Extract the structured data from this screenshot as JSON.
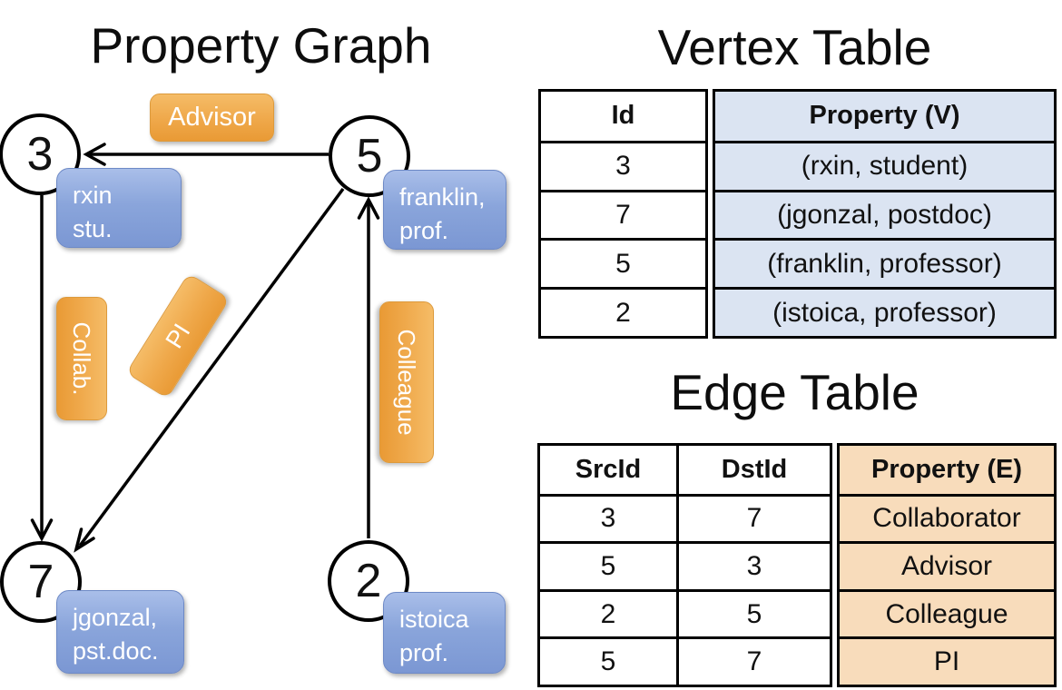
{
  "graph": {
    "title": "Property Graph",
    "nodes": [
      {
        "id": "3",
        "property": [
          "rxin",
          "stu."
        ]
      },
      {
        "id": "5",
        "property": [
          "franklin,",
          "prof."
        ]
      },
      {
        "id": "7",
        "property": [
          "jgonzal,",
          "pst.doc."
        ]
      },
      {
        "id": "2",
        "property": [
          "istoica",
          "prof."
        ]
      }
    ],
    "edges": [
      {
        "label": "Advisor",
        "src": "5",
        "dst": "3"
      },
      {
        "label": "Collab.",
        "src": "3",
        "dst": "7"
      },
      {
        "label": "PI",
        "src": "5",
        "dst": "7"
      },
      {
        "label": "Colleague",
        "src": "2",
        "dst": "5"
      }
    ]
  },
  "vertex_table": {
    "title": "Vertex Table",
    "columns": [
      "Id",
      "Property (V)"
    ],
    "rows": [
      [
        "3",
        "(rxin, student)"
      ],
      [
        "7",
        "(jgonzal, postdoc)"
      ],
      [
        "5",
        "(franklin, professor)"
      ],
      [
        "2",
        "(istoica, professor)"
      ]
    ]
  },
  "edge_table": {
    "title": "Edge Table",
    "columns": [
      "SrcId",
      "DstId",
      "Property (E)"
    ],
    "rows": [
      [
        "3",
        "7",
        "Collaborator"
      ],
      [
        "5",
        "3",
        "Advisor"
      ],
      [
        "2",
        "5",
        "Colleague"
      ],
      [
        "5",
        "7",
        "PI"
      ]
    ]
  },
  "colors": {
    "vertex_box_blue": "#7b97d3",
    "edge_label_orange": "#efa84a",
    "vertex_table_fill": "#dbe4f2",
    "edge_table_fill": "#f8dcbb",
    "line_black": "#000000"
  }
}
